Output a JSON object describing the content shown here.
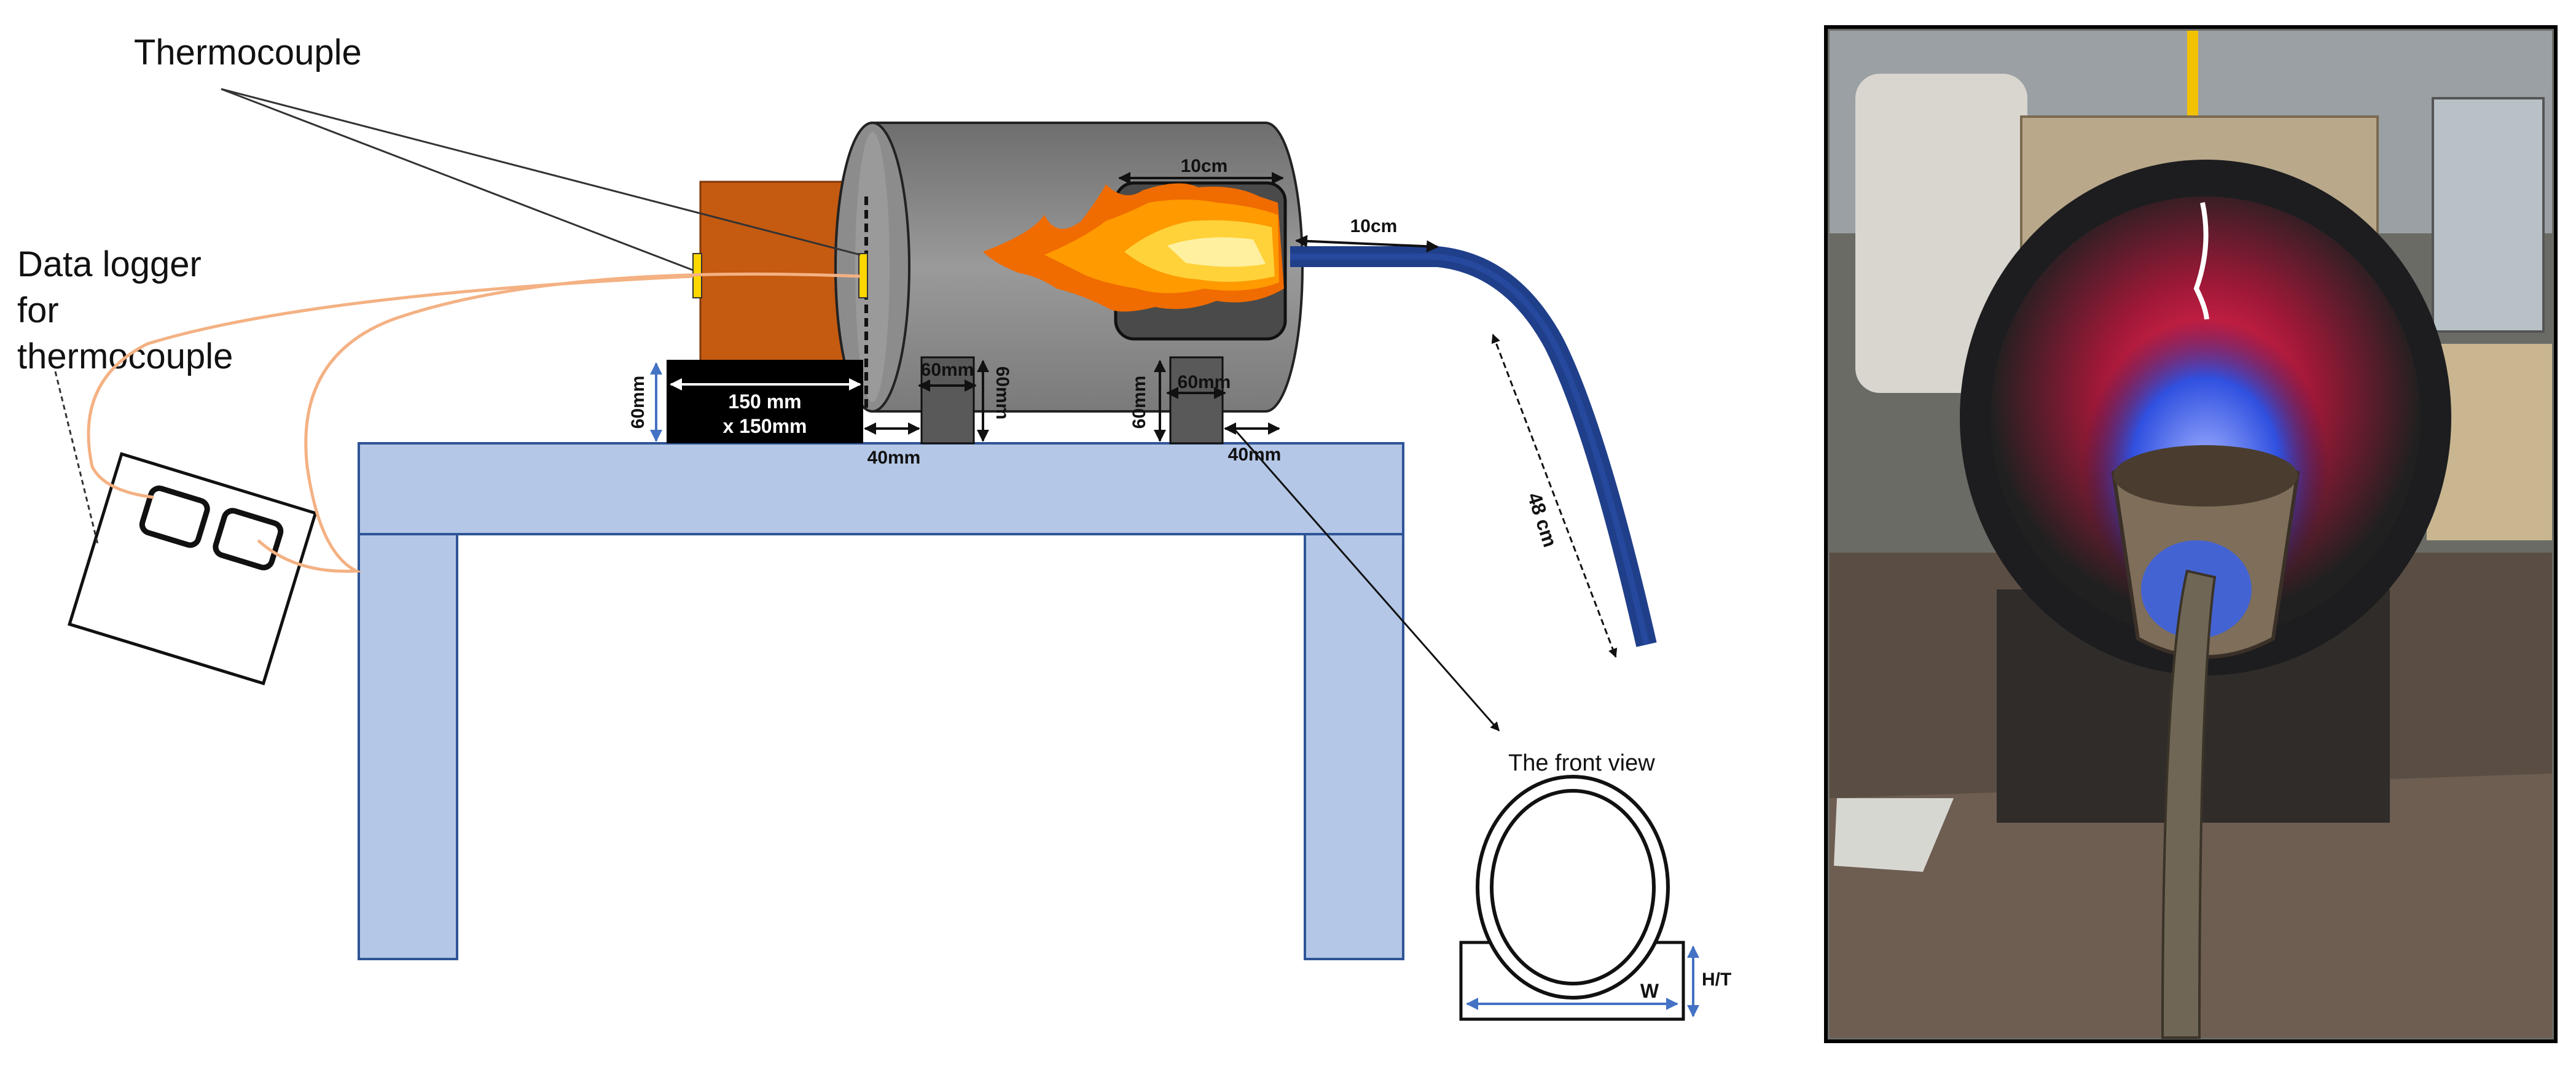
{
  "labels": {
    "thermocouple": "Thermocouple",
    "data_logger_line1": "Data logger",
    "data_logger_line2": "for",
    "data_logger_line3": "thermocouple",
    "front_view": "The front view"
  },
  "dimensions": {
    "block_size_line1": "150 mm",
    "block_size_line2": "x 150mm",
    "block_height": "60mm",
    "support1_width": "60mm",
    "support1_height": "60mm",
    "support2_width": "60mm",
    "support2_height": "60mm",
    "gap1": "40mm",
    "gap2": "40mm",
    "flame_window": "10cm",
    "hose_offset": "10cm",
    "hose_length": "48 cm",
    "front_width": "W",
    "front_height": "H/T"
  },
  "colors": {
    "table": "#b4c7e7",
    "table_edge": "#2f5597",
    "cylinder": "#808080",
    "orange_block": "#c55a11",
    "hose": "#203f8a",
    "dimension_arrow": "#4472c4",
    "wire": "#f4b183"
  }
}
